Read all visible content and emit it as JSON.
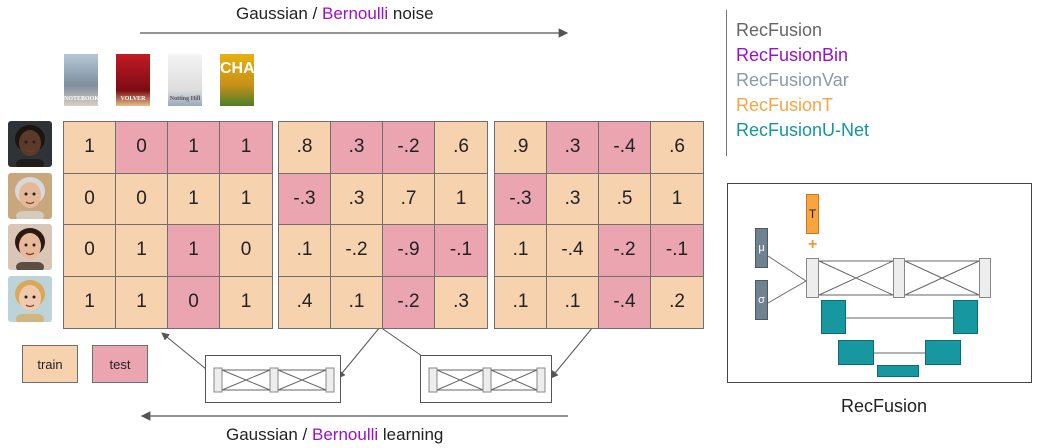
{
  "top_caption": {
    "part1": "Gaussian / ",
    "part2": "Bernoulli",
    "part3": " noise"
  },
  "bottom_caption": {
    "part1": "Gaussian / ",
    "part2": "Bernoulli",
    "part3": " learning"
  },
  "posters": [
    {
      "icon": "notebook-poster-icon",
      "caption": "NOTEBOOK"
    },
    {
      "icon": "volver-poster-icon",
      "caption": "VOLVER"
    },
    {
      "icon": "notting-hill-poster-icon",
      "caption": "Notting Hill"
    },
    {
      "icon": "cha-poster-icon",
      "caption": "CHA"
    }
  ],
  "avatars": [
    "dark-man-avatar-icon",
    "old-woman-avatar-icon",
    "young-woman-avatar-icon",
    "blonde-girl-avatar-icon"
  ],
  "matrices": [
    {
      "values": [
        [
          "1",
          "0",
          "1",
          "1"
        ],
        [
          "0",
          "0",
          "1",
          "1"
        ],
        [
          "0",
          "1",
          "1",
          "0"
        ],
        [
          "1",
          "1",
          "0",
          "1"
        ]
      ],
      "mask": [
        [
          "train",
          "test",
          "test",
          "test"
        ],
        [
          "train",
          "train",
          "train",
          "train"
        ],
        [
          "train",
          "train",
          "test",
          "train"
        ],
        [
          "train",
          "train",
          "test",
          "train"
        ]
      ]
    },
    {
      "values": [
        [
          ".8",
          ".3",
          "-.2",
          ".6"
        ],
        [
          "-.3",
          ".3",
          ".7",
          "1"
        ],
        [
          ".1",
          "-.2",
          "-.9",
          "-.1"
        ],
        [
          ".4",
          ".1",
          "-.2",
          ".3"
        ]
      ],
      "mask": [
        [
          "train",
          "test",
          "test",
          "train"
        ],
        [
          "test",
          "train",
          "train",
          "train"
        ],
        [
          "train",
          "train",
          "test",
          "test"
        ],
        [
          "train",
          "train",
          "test",
          "train"
        ]
      ]
    },
    {
      "values": [
        [
          ".9",
          ".3",
          "-.4",
          ".6"
        ],
        [
          "-.3",
          ".3",
          ".5",
          "1"
        ],
        [
          ".1",
          "-.4",
          "-.2",
          "-.1"
        ],
        [
          ".1",
          ".1",
          "-.4",
          ".2"
        ]
      ],
      "mask": [
        [
          "train",
          "test",
          "test",
          "train"
        ],
        [
          "test",
          "train",
          "train",
          "train"
        ],
        [
          "train",
          "train",
          "test",
          "test"
        ],
        [
          "train",
          "train",
          "test",
          "train"
        ]
      ]
    }
  ],
  "legend": {
    "train": "train",
    "test": "test"
  },
  "models": [
    {
      "name": "RecFusion",
      "color": "#666666"
    },
    {
      "name": "RecFusionBin",
      "color": "#9b10c9"
    },
    {
      "name": "RecFusionVar",
      "color": "#8a9aa6"
    },
    {
      "name": "RecFusionT",
      "color": "#f7a542"
    },
    {
      "name": "RecFusionU-Net",
      "color": "#15959c"
    }
  ],
  "architecture": {
    "caption": "RecFusion",
    "t_label": "T",
    "mu_label": "μ",
    "sigma_label": "σ"
  },
  "colors": {
    "train": "#f6d2ae",
    "test": "#eaa5b1"
  }
}
